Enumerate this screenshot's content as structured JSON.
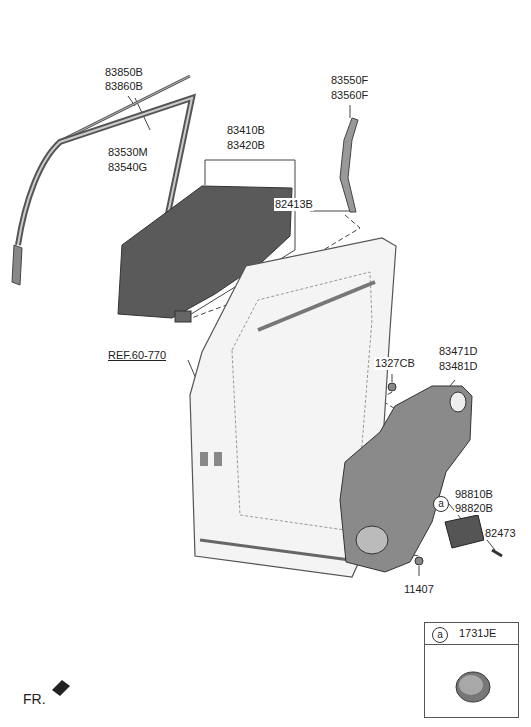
{
  "diagram": {
    "nodes": [
      {
        "text": [
          "1731JE"
        ]
      },
      {
        "text": [
          "a"
        ],
        "in": 0
      },
      {
        "text": [
          "a"
        ]
      }
    ],
    "labels": [
      "83850B",
      "83860B",
      "83530M",
      "83540G",
      "83410B",
      "83420B",
      "82413B",
      "83550F",
      "83560F",
      "REF.60-770",
      "1327CB",
      "83471D",
      "83481D",
      "98810B",
      "98820B",
      "82473",
      "11407",
      "FR."
    ]
  }
}
